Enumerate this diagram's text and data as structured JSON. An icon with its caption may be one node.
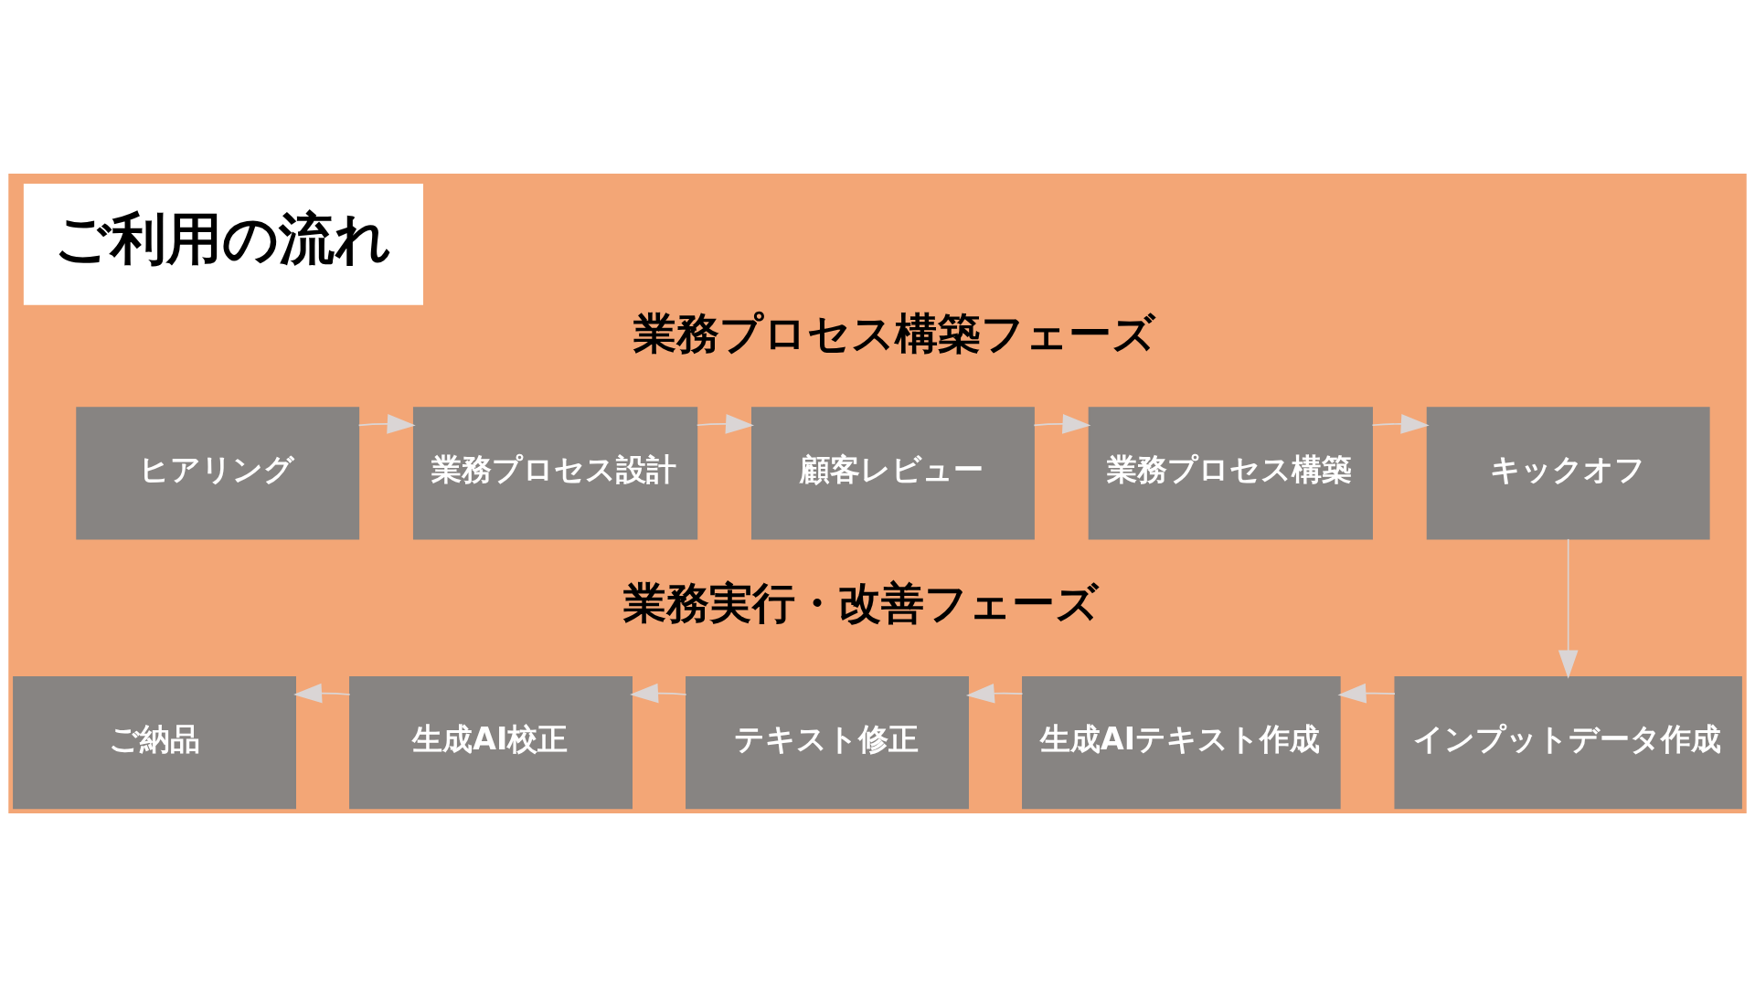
{
  "diagram": {
    "title": "ご利用の流れ",
    "nodes": [
      {
        "text": [
          "ヒアリング"
        ]
      },
      {
        "text": [
          "業務プロセス設計"
        ]
      },
      {
        "text": [
          "顧客レビュー"
        ]
      },
      {
        "text": [
          "業務プロセス構築"
        ]
      },
      {
        "text": [
          "キックオフ"
        ]
      },
      {
        "text": [
          "ご納品"
        ]
      },
      {
        "text": [
          "生成AI校正"
        ]
      },
      {
        "text": [
          "テキスト修正"
        ]
      },
      {
        "text": [
          "生成AIテキスト作成"
        ]
      },
      {
        "text": [
          "インプットデータ作成"
        ]
      }
    ],
    "edges": [
      {
        "from": 0,
        "to": 1,
        "arrow": "to"
      },
      {
        "from": 1,
        "to": 2,
        "arrow": "to"
      },
      {
        "from": 2,
        "to": 3,
        "arrow": "to"
      },
      {
        "from": 3,
        "to": 4,
        "arrow": "to"
      },
      {
        "from": 4,
        "to": 9,
        "arrow": "to"
      },
      {
        "from": 9,
        "to": 8,
        "arrow": "to"
      },
      {
        "from": 8,
        "to": 7,
        "arrow": "to"
      },
      {
        "from": 7,
        "to": 6,
        "arrow": "to"
      },
      {
        "from": 6,
        "to": 5,
        "arrow": "to"
      }
    ],
    "labels": [
      "業務プロセス構築フェーズ",
      "業務実行・改善フェーズ"
    ]
  }
}
